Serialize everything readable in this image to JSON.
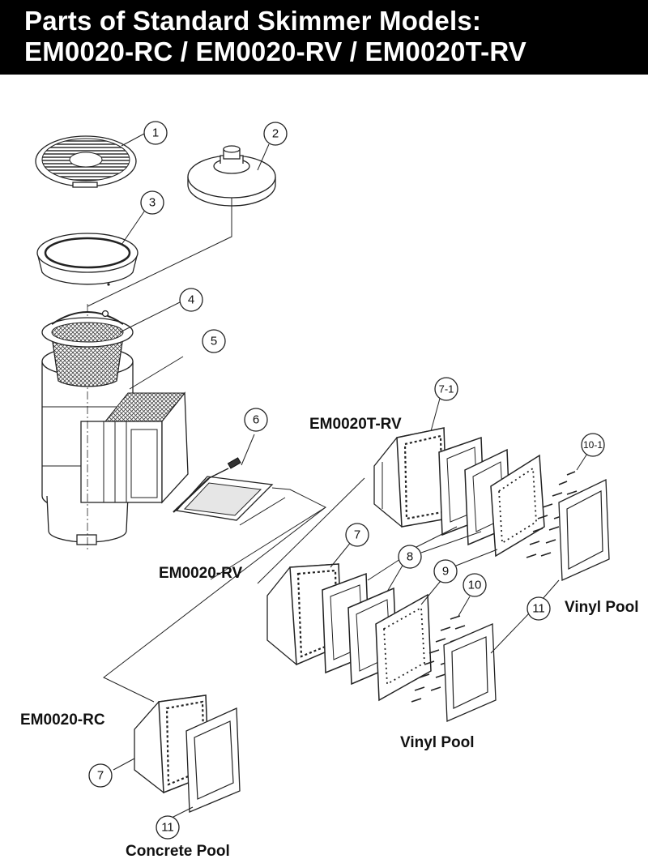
{
  "header": {
    "title_line1": "Parts of Standard Skimmer Models:",
    "title_line2": "EM0020-RC / EM0020-RV / EM0020T-RV"
  },
  "parts": {
    "p1": "1",
    "p2": "2",
    "p3": "3",
    "p4": "4",
    "p5": "5",
    "p6": "6",
    "p7_1": "7-1",
    "p7a": "7",
    "p7b": "7",
    "p8": "8",
    "p9": "9",
    "p10": "10",
    "p10_1": "10-1",
    "p11a": "11",
    "p11b": "11"
  },
  "labels": {
    "em0020t_rv": "EM0020T-RV",
    "em0020_rv": "EM0020-RV",
    "em0020_rc": "EM0020-RC",
    "vinyl_pool_right": "Vinyl Pool",
    "vinyl_pool_bottom": "Vinyl Pool",
    "concrete_pool": "Concrete Pool"
  }
}
